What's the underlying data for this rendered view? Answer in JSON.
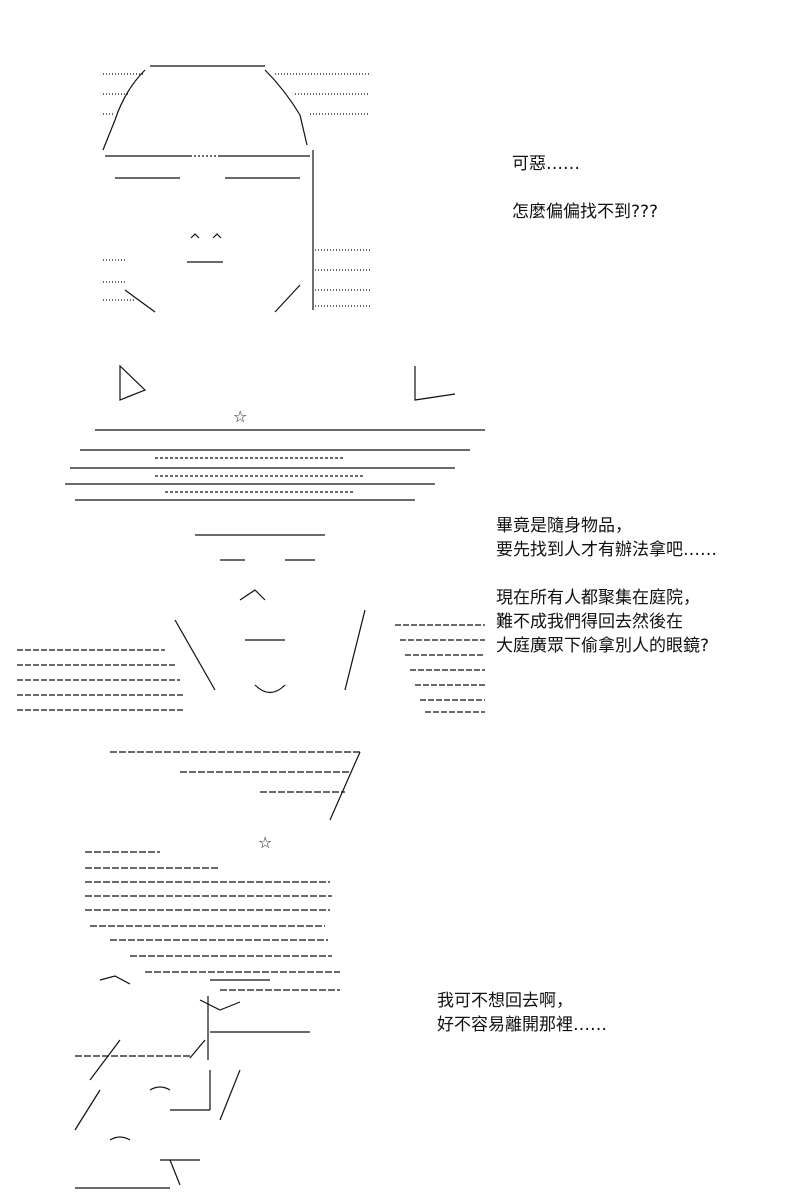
{
  "panels": [
    {
      "id": "panel-1",
      "art": "ascii-art-character-glasses-face",
      "dialogue": [
        "可惡……",
        "",
        "怎麼偏偏找不到???"
      ]
    },
    {
      "id": "panel-2",
      "art": "ascii-art-character-hat-star",
      "dialogue": [
        "畢竟是隨身物品，",
        "要先找到人才有辦法拿吧……",
        "",
        "現在所有人都聚集在庭院，",
        "難不成我們得回去然後在",
        "大庭廣眾下偷拿別人的眼鏡?"
      ]
    },
    {
      "id": "panel-3",
      "art": "ascii-art-character-profile-star",
      "dialogue": [
        "我可不想回去啊，",
        "好不容易離開那裡……"
      ]
    }
  ],
  "colors": {
    "background": "#ffffff",
    "ink": "#111111"
  }
}
